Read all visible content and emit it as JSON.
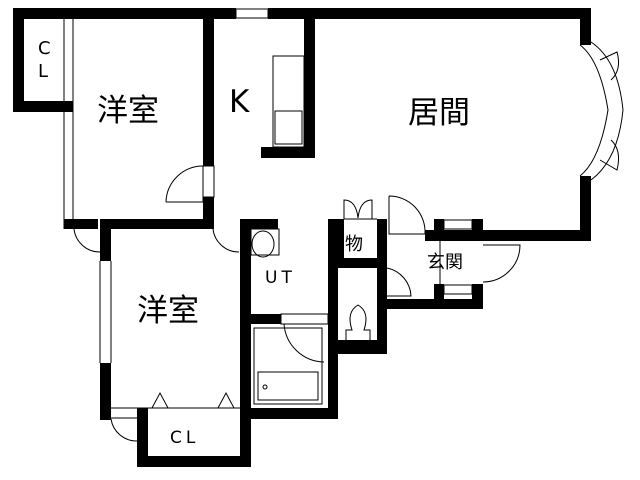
{
  "floorplan": {
    "rooms": {
      "western_room_1": "洋室",
      "western_room_2": "洋室",
      "kitchen": "K",
      "living": "居間",
      "closet_1_line1": "C",
      "closet_1_line2": "L",
      "closet_2": "CL",
      "toilet_bath": "UT",
      "storage": "物",
      "entrance": "玄関"
    },
    "colors": {
      "wall": "#000000",
      "background": "#ffffff"
    }
  }
}
